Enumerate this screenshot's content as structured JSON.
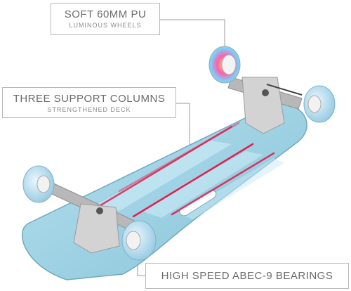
{
  "callouts": {
    "wheels": {
      "title": "SOFT 60MM PU",
      "subtitle": "LUMINOUS WHEELS"
    },
    "deck": {
      "title": "THREE SUPPORT COLUMNS",
      "subtitle": "STRENGTHENED DECK"
    },
    "bearings": {
      "title": "HIGH SPEED ABEC-9 BEARINGS"
    }
  },
  "colors": {
    "deck": "#9fd3e6",
    "deck_shadow": "#7fbdd2",
    "truck": "#c9c9c9",
    "wheel": "#bfe3f4",
    "accent_lines": "#e1204f",
    "callout_border": "#b9b9b9",
    "callout_text": "#6b6b6b"
  }
}
